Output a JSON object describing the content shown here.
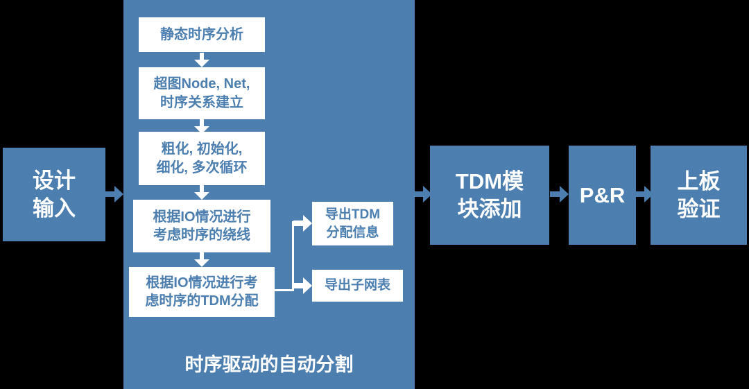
{
  "colors": {
    "accent": "#4C7FB0",
    "white": "#FFFFFF",
    "background": "#000000"
  },
  "flow": {
    "design_input": {
      "label": "设计\n输入"
    },
    "container": {
      "title": "时序驱动的自动分割",
      "steps": [
        {
          "label": "静态时序分析"
        },
        {
          "label": "超图Node, Net,\n时序关系建立"
        },
        {
          "label": "粗化, 初始化,\n细化, 多次循环"
        },
        {
          "label": "根据IO情况进行\n考虑时序的绕线"
        },
        {
          "label": "根据IO情况进行考\n虑时序的TDM分配"
        }
      ],
      "outputs": [
        {
          "label": "导出TDM\n分配信息"
        },
        {
          "label": "导出子网表"
        }
      ]
    },
    "tdm_module": {
      "label": "TDM模\n块添加"
    },
    "place_route": {
      "label": "P&R"
    },
    "board_verify": {
      "label": "上板\n验证"
    }
  }
}
